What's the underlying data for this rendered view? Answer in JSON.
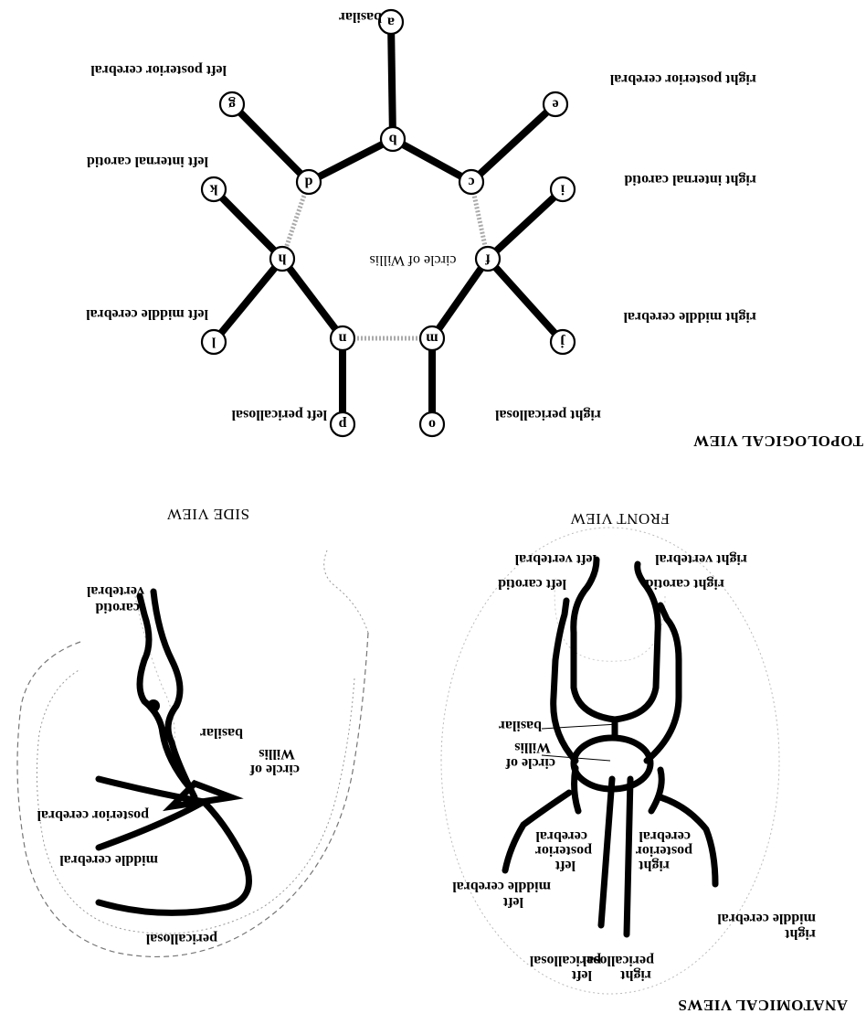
{
  "orientation": "rotated 180 degrees",
  "sections": {
    "topological_heading": "TOPOLOGICAL VIEW",
    "anatomical_heading": "ANATOMICAL VIEWS",
    "front_view_heading": "FRONT VIEW",
    "side_view_heading": "SIDE VIEW"
  },
  "topology": {
    "center_label": "circle of Willis",
    "nodes": [
      {
        "id": "a",
        "label": "basilar"
      },
      {
        "id": "b",
        "label": ""
      },
      {
        "id": "c",
        "label": ""
      },
      {
        "id": "d",
        "label": ""
      },
      {
        "id": "e",
        "label": "right posterior cerebral"
      },
      {
        "id": "f",
        "label": ""
      },
      {
        "id": "g",
        "label": "left posterior cerebral"
      },
      {
        "id": "h",
        "label": ""
      },
      {
        "id": "i",
        "label": "right internal carotid"
      },
      {
        "id": "j",
        "label": "right middle cerebral"
      },
      {
        "id": "k",
        "label": "left internal carotid"
      },
      {
        "id": "l",
        "label": "left middle cerebral"
      },
      {
        "id": "m",
        "label": ""
      },
      {
        "id": "n",
        "label": ""
      },
      {
        "id": "o",
        "label": "right pericallosal"
      },
      {
        "id": "p",
        "label": "left pericallosal"
      }
    ],
    "edges": [
      {
        "from": "a",
        "to": "b",
        "style": "solid"
      },
      {
        "from": "b",
        "to": "c",
        "style": "solid"
      },
      {
        "from": "b",
        "to": "d",
        "style": "solid"
      },
      {
        "from": "c",
        "to": "e",
        "style": "solid"
      },
      {
        "from": "d",
        "to": "g",
        "style": "solid"
      },
      {
        "from": "c",
        "to": "f",
        "style": "dotted"
      },
      {
        "from": "d",
        "to": "h",
        "style": "dotted"
      },
      {
        "from": "f",
        "to": "i",
        "style": "solid"
      },
      {
        "from": "f",
        "to": "j",
        "style": "solid"
      },
      {
        "from": "f",
        "to": "m",
        "style": "solid"
      },
      {
        "from": "h",
        "to": "k",
        "style": "solid"
      },
      {
        "from": "h",
        "to": "l",
        "style": "solid"
      },
      {
        "from": "h",
        "to": "n",
        "style": "solid"
      },
      {
        "from": "m",
        "to": "n",
        "style": "dotted"
      },
      {
        "from": "m",
        "to": "o",
        "style": "solid"
      },
      {
        "from": "n",
        "to": "p",
        "style": "solid"
      }
    ]
  },
  "front_view": {
    "labels": {
      "right_vertebral": [
        "right vertebral"
      ],
      "left_vertebral": [
        "left vertebral"
      ],
      "right_carotid": [
        "right carotid"
      ],
      "left_carotid": [
        "left carotid"
      ],
      "basilar": [
        "basilar"
      ],
      "circle_of_willis": [
        "circle of",
        "Willis"
      ],
      "right_posterior_cerebral": [
        "right",
        "posterior",
        "cerebral"
      ],
      "left_posterior_cerebral": [
        "left",
        "posterior",
        "cerebral"
      ],
      "right_middle_cerebral": [
        "right",
        "middle cerebral"
      ],
      "left_middle_cerebral": [
        "left",
        "middle cerebral"
      ],
      "right_pericallosal": [
        "right",
        "pericallosal"
      ],
      "left_pericallosal": [
        "left",
        "pericallosal"
      ]
    }
  },
  "side_view": {
    "labels": {
      "vertebral": [
        "vertebral"
      ],
      "carotid": [
        "carotid"
      ],
      "basilar": [
        "basilar"
      ],
      "circle_of_willis": [
        "circle of",
        "Willis"
      ],
      "posterior_cerebral": [
        "posterior cerebral"
      ],
      "middle_cerebral": [
        "middle cerebral"
      ],
      "pericallosal": [
        "pericallosal"
      ]
    }
  }
}
